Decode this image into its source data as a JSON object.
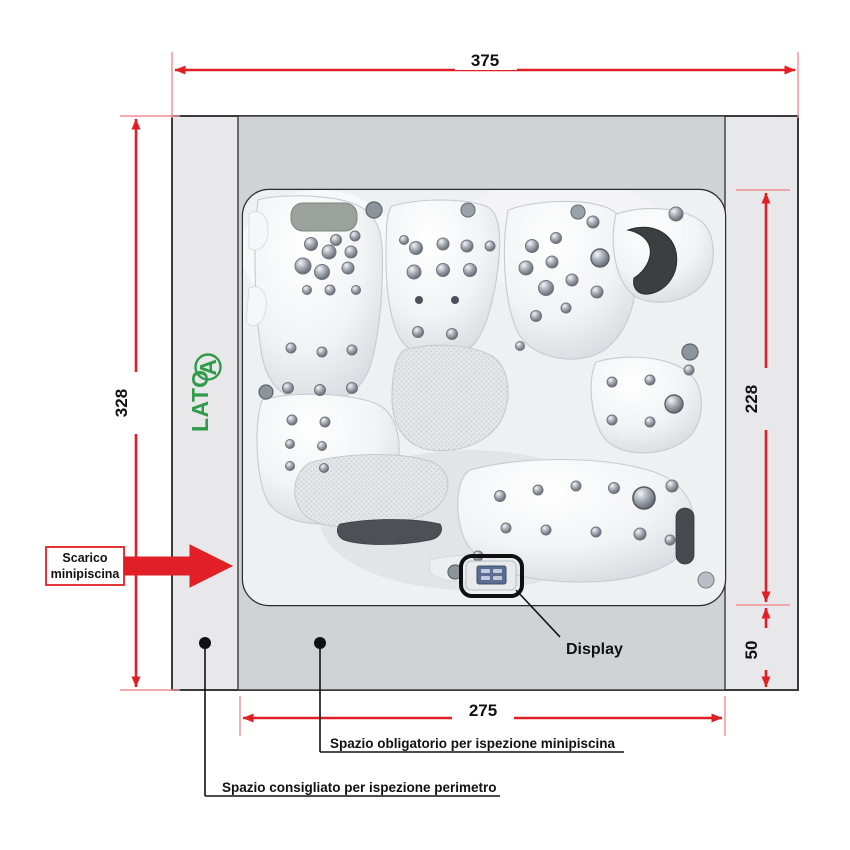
{
  "drawing": {
    "title": "Pianta minipiscina con spazi di ispezione",
    "colors": {
      "dimension_red": "#e01f26",
      "extension_red": "#f08f92",
      "side_marker_green": "#2f9b4b",
      "outer_area_gray": "#e8e8ea",
      "inner_area_gray": "#d0d2d4",
      "outline_dark": "#3a3a3a",
      "text_black": "#111111",
      "display_blue": "#5a6e93"
    }
  },
  "dimensions": {
    "top": {
      "value": "375",
      "unit_implied": "cm"
    },
    "left": {
      "value": "328",
      "unit_implied": "cm"
    },
    "right_upper": {
      "value": "228",
      "unit_implied": "cm"
    },
    "right_lower": {
      "value": "50",
      "unit_implied": "cm"
    },
    "bottom": {
      "value": "275",
      "unit_implied": "cm"
    }
  },
  "labels": {
    "side_marker_text": "LATO",
    "side_marker_letter": "A",
    "drain_callout_line1": "Scarico",
    "drain_callout_line2": "minipiscina",
    "display_callout": "Display",
    "note_mandatory_space": "Spazio obligatorio per ispezione minipiscina",
    "note_recommended_space": "Spazio consigliato per ispezione perimetro"
  },
  "icons": {
    "arrow_left": "arrow-left-icon",
    "arrow_right": "arrow-right-icon",
    "arrow_up": "arrow-up-icon",
    "arrow_down": "arrow-down-icon",
    "drain_arrow": "thick-right-arrow-icon",
    "circle_a": "circled-letter-a-icon",
    "leader_dot": "leader-dot-icon"
  }
}
